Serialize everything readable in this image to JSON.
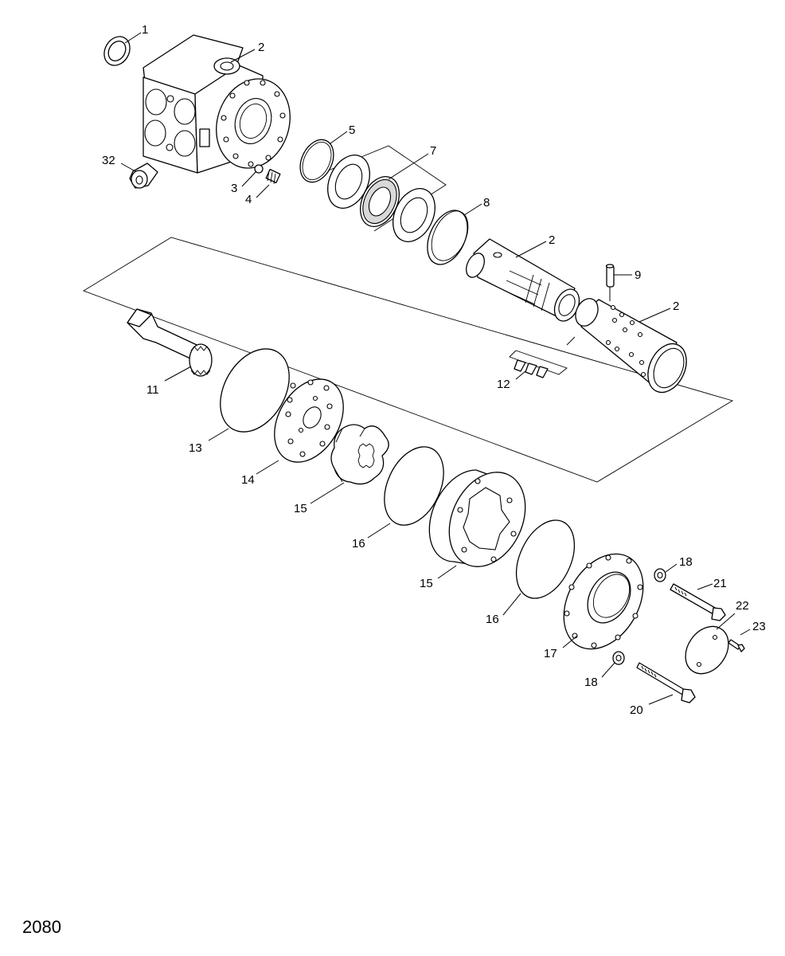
{
  "drawing_number": "2080",
  "callouts": [
    {
      "id": "c1",
      "text": "1"
    },
    {
      "id": "c2a",
      "text": "2"
    },
    {
      "id": "c32",
      "text": "32"
    },
    {
      "id": "c3",
      "text": "3"
    },
    {
      "id": "c4",
      "text": "4"
    },
    {
      "id": "c5",
      "text": "5"
    },
    {
      "id": "c7",
      "text": "7"
    },
    {
      "id": "c8",
      "text": "8"
    },
    {
      "id": "c2b",
      "text": "2"
    },
    {
      "id": "c9",
      "text": "9"
    },
    {
      "id": "c2c",
      "text": "2"
    },
    {
      "id": "c12",
      "text": "12"
    },
    {
      "id": "c11",
      "text": "11"
    },
    {
      "id": "c13",
      "text": "13"
    },
    {
      "id": "c14",
      "text": "14"
    },
    {
      "id": "c15a",
      "text": "15"
    },
    {
      "id": "c16a",
      "text": "16"
    },
    {
      "id": "c15b",
      "text": "15"
    },
    {
      "id": "c16b",
      "text": "16"
    },
    {
      "id": "c17",
      "text": "17"
    },
    {
      "id": "c18a",
      "text": "18"
    },
    {
      "id": "c18b",
      "text": "18"
    },
    {
      "id": "c21",
      "text": "21"
    },
    {
      "id": "c22",
      "text": "22"
    },
    {
      "id": "c23",
      "text": "23"
    },
    {
      "id": "c20",
      "text": "20"
    }
  ]
}
